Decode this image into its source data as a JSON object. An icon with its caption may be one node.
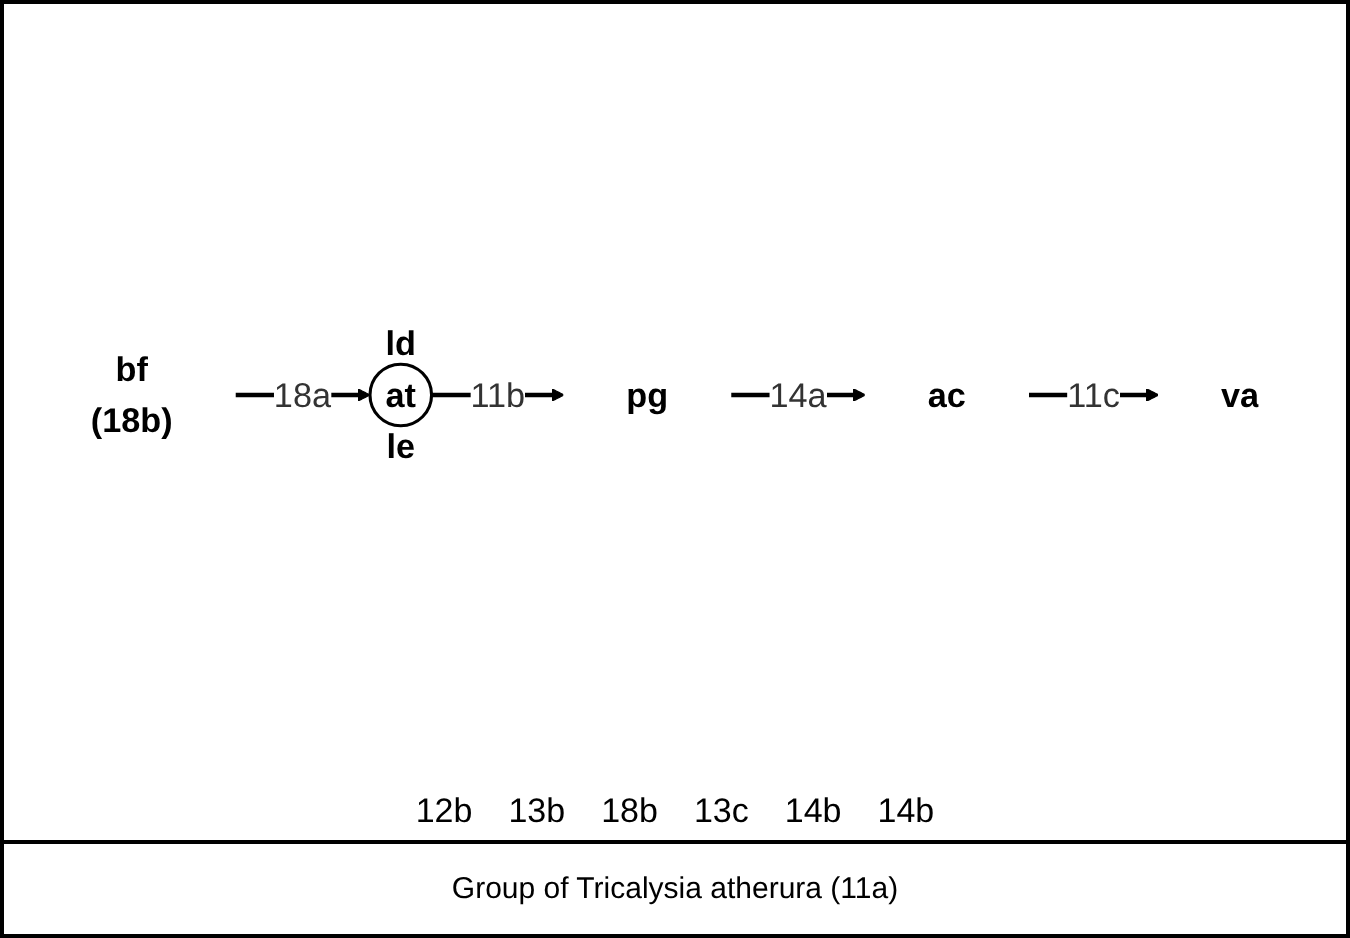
{
  "diagram": {
    "caption": "Group of Tricalysia atherura (11a)",
    "nodes": [
      {
        "text": [
          "ld",
          "at",
          "le"
        ]
      },
      {
        "text": [
          "pg"
        ]
      },
      {
        "text": [
          "ac"
        ]
      },
      {
        "text": [
          "va"
        ]
      },
      {
        "text": [
          "bf",
          "(18b)"
        ]
      }
    ],
    "edges": [
      {
        "from": 0,
        "to": 1,
        "arrow": "to",
        "label": "11b"
      },
      {
        "from": 1,
        "to": 2,
        "arrow": "to",
        "label": "14a"
      },
      {
        "from": 2,
        "to": 3,
        "arrow": "to",
        "label": "11c"
      },
      {
        "from": 4,
        "to": 0,
        "arrow": "to",
        "label": "18a"
      }
    ],
    "labels": [
      "12b",
      "13b",
      "18b",
      "13c",
      "14b",
      "14b"
    ]
  }
}
